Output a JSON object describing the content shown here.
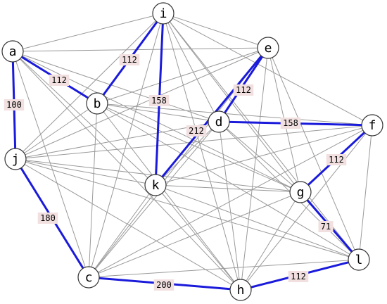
{
  "graph": {
    "nodes": [
      {
        "id": "a",
        "label": "a"
      },
      {
        "id": "b",
        "label": "b"
      },
      {
        "id": "c",
        "label": "c"
      },
      {
        "id": "d",
        "label": "d"
      },
      {
        "id": "e",
        "label": "e"
      },
      {
        "id": "f",
        "label": "f"
      },
      {
        "id": "g",
        "label": "g"
      },
      {
        "id": "h",
        "label": "h"
      },
      {
        "id": "i",
        "label": "i"
      },
      {
        "id": "j",
        "label": "j"
      },
      {
        "id": "k",
        "label": "k"
      },
      {
        "id": "l",
        "label": "l"
      }
    ],
    "highlighted_edges": [
      {
        "from": "a",
        "to": "j",
        "weight": "100"
      },
      {
        "from": "a",
        "to": "b",
        "weight": "112"
      },
      {
        "from": "b",
        "to": "i",
        "weight": "112"
      },
      {
        "from": "i",
        "to": "k",
        "weight": "158"
      },
      {
        "from": "k",
        "to": "e",
        "weight": "212"
      },
      {
        "from": "d",
        "to": "e",
        "weight": "112"
      },
      {
        "from": "d",
        "to": "f",
        "weight": "158"
      },
      {
        "from": "f",
        "to": "g",
        "weight": "112"
      },
      {
        "from": "g",
        "to": "l",
        "weight": "71"
      },
      {
        "from": "j",
        "to": "c",
        "weight": "180"
      },
      {
        "from": "c",
        "to": "h",
        "weight": "200"
      },
      {
        "from": "h",
        "to": "l",
        "weight": "112"
      }
    ],
    "other_edges": [
      [
        "a",
        "i"
      ],
      [
        "a",
        "e"
      ],
      [
        "a",
        "d"
      ],
      [
        "a",
        "k"
      ],
      [
        "a",
        "g"
      ],
      [
        "a",
        "c"
      ],
      [
        "a",
        "h"
      ],
      [
        "i",
        "e"
      ],
      [
        "i",
        "j"
      ],
      [
        "i",
        "d"
      ],
      [
        "i",
        "g"
      ],
      [
        "i",
        "l"
      ],
      [
        "i",
        "h"
      ],
      [
        "i",
        "c"
      ],
      [
        "i",
        "f"
      ],
      [
        "e",
        "b"
      ],
      [
        "e",
        "j"
      ],
      [
        "e",
        "h"
      ],
      [
        "e",
        "c"
      ],
      [
        "e",
        "g"
      ],
      [
        "e",
        "l"
      ],
      [
        "b",
        "d"
      ],
      [
        "b",
        "f"
      ],
      [
        "b",
        "g"
      ],
      [
        "b",
        "l"
      ],
      [
        "b",
        "h"
      ],
      [
        "b",
        "c"
      ],
      [
        "b",
        "j"
      ],
      [
        "d",
        "k"
      ],
      [
        "d",
        "g"
      ],
      [
        "d",
        "h"
      ],
      [
        "d",
        "c"
      ],
      [
        "d",
        "l"
      ],
      [
        "d",
        "j"
      ],
      [
        "f",
        "k"
      ],
      [
        "f",
        "j"
      ],
      [
        "f",
        "h"
      ],
      [
        "f",
        "c"
      ],
      [
        "f",
        "l"
      ],
      [
        "j",
        "k"
      ],
      [
        "j",
        "g"
      ],
      [
        "j",
        "h"
      ],
      [
        "j",
        "l"
      ],
      [
        "k",
        "g"
      ],
      [
        "k",
        "c"
      ],
      [
        "k",
        "h"
      ],
      [
        "k",
        "l"
      ],
      [
        "g",
        "c"
      ],
      [
        "g",
        "h"
      ],
      [
        "c",
        "l"
      ]
    ],
    "colors": {
      "highlight": "#1a1adb",
      "edge": "#9a9a9a",
      "node_fill": "#ffffff",
      "node_stroke": "#333333",
      "label_bg": "#f2e0e0"
    }
  }
}
